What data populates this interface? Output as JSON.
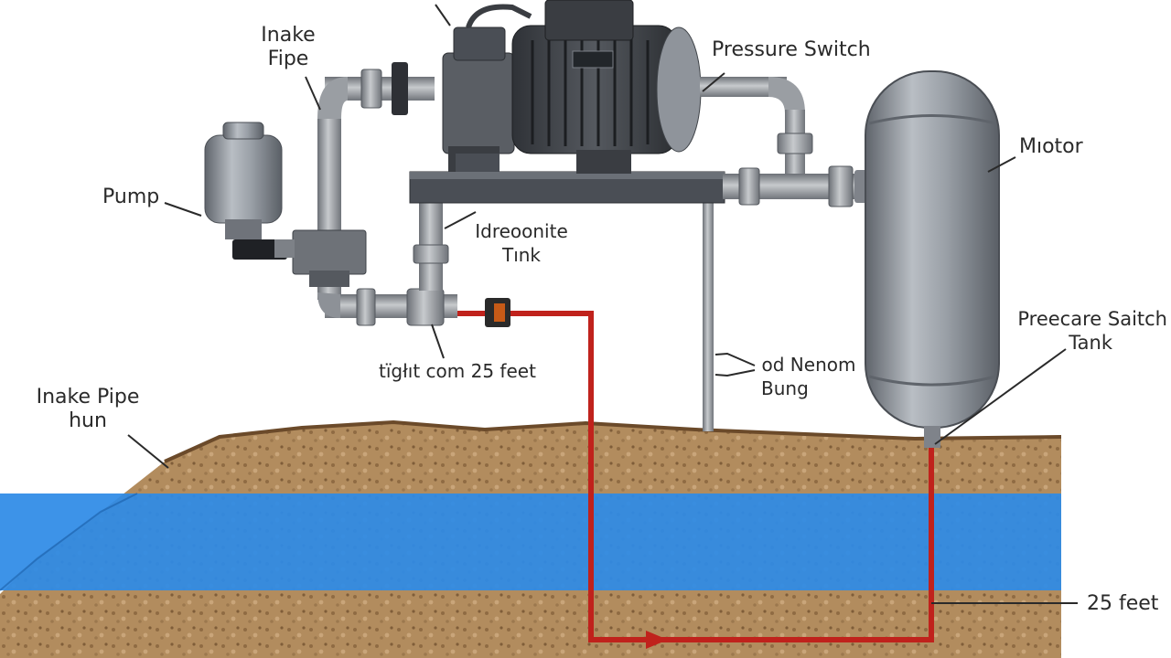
{
  "labels": {
    "top_intake_line1": "Inake",
    "top_intake_line2": "Fipe",
    "pressure_switch": "Pressure Switch",
    "motor": "Mıotor",
    "pump": "Pump",
    "center_tank_line1": "Idreoonite",
    "center_tank_line2": "Tınk",
    "pressure_switch_tank_line1": "Preecare Saitch",
    "pressure_switch_tank_line2": "Tank",
    "distance_label": "tïgłıt com 25 feet",
    "support_line1": "od Nenom",
    "support_line2": "Bung",
    "intake_pipe_run_line1": "Inake Pipe",
    "intake_pipe_run_line2": "hun",
    "depth_label": "25 feet"
  },
  "colors": {
    "pipe_gray": "#8d9197",
    "metal_dark": "#3b3e44",
    "soil": "#b08a5c",
    "water": "#2e8be6",
    "suction_pipe": "#c0221c",
    "tank": "#8e949b"
  }
}
